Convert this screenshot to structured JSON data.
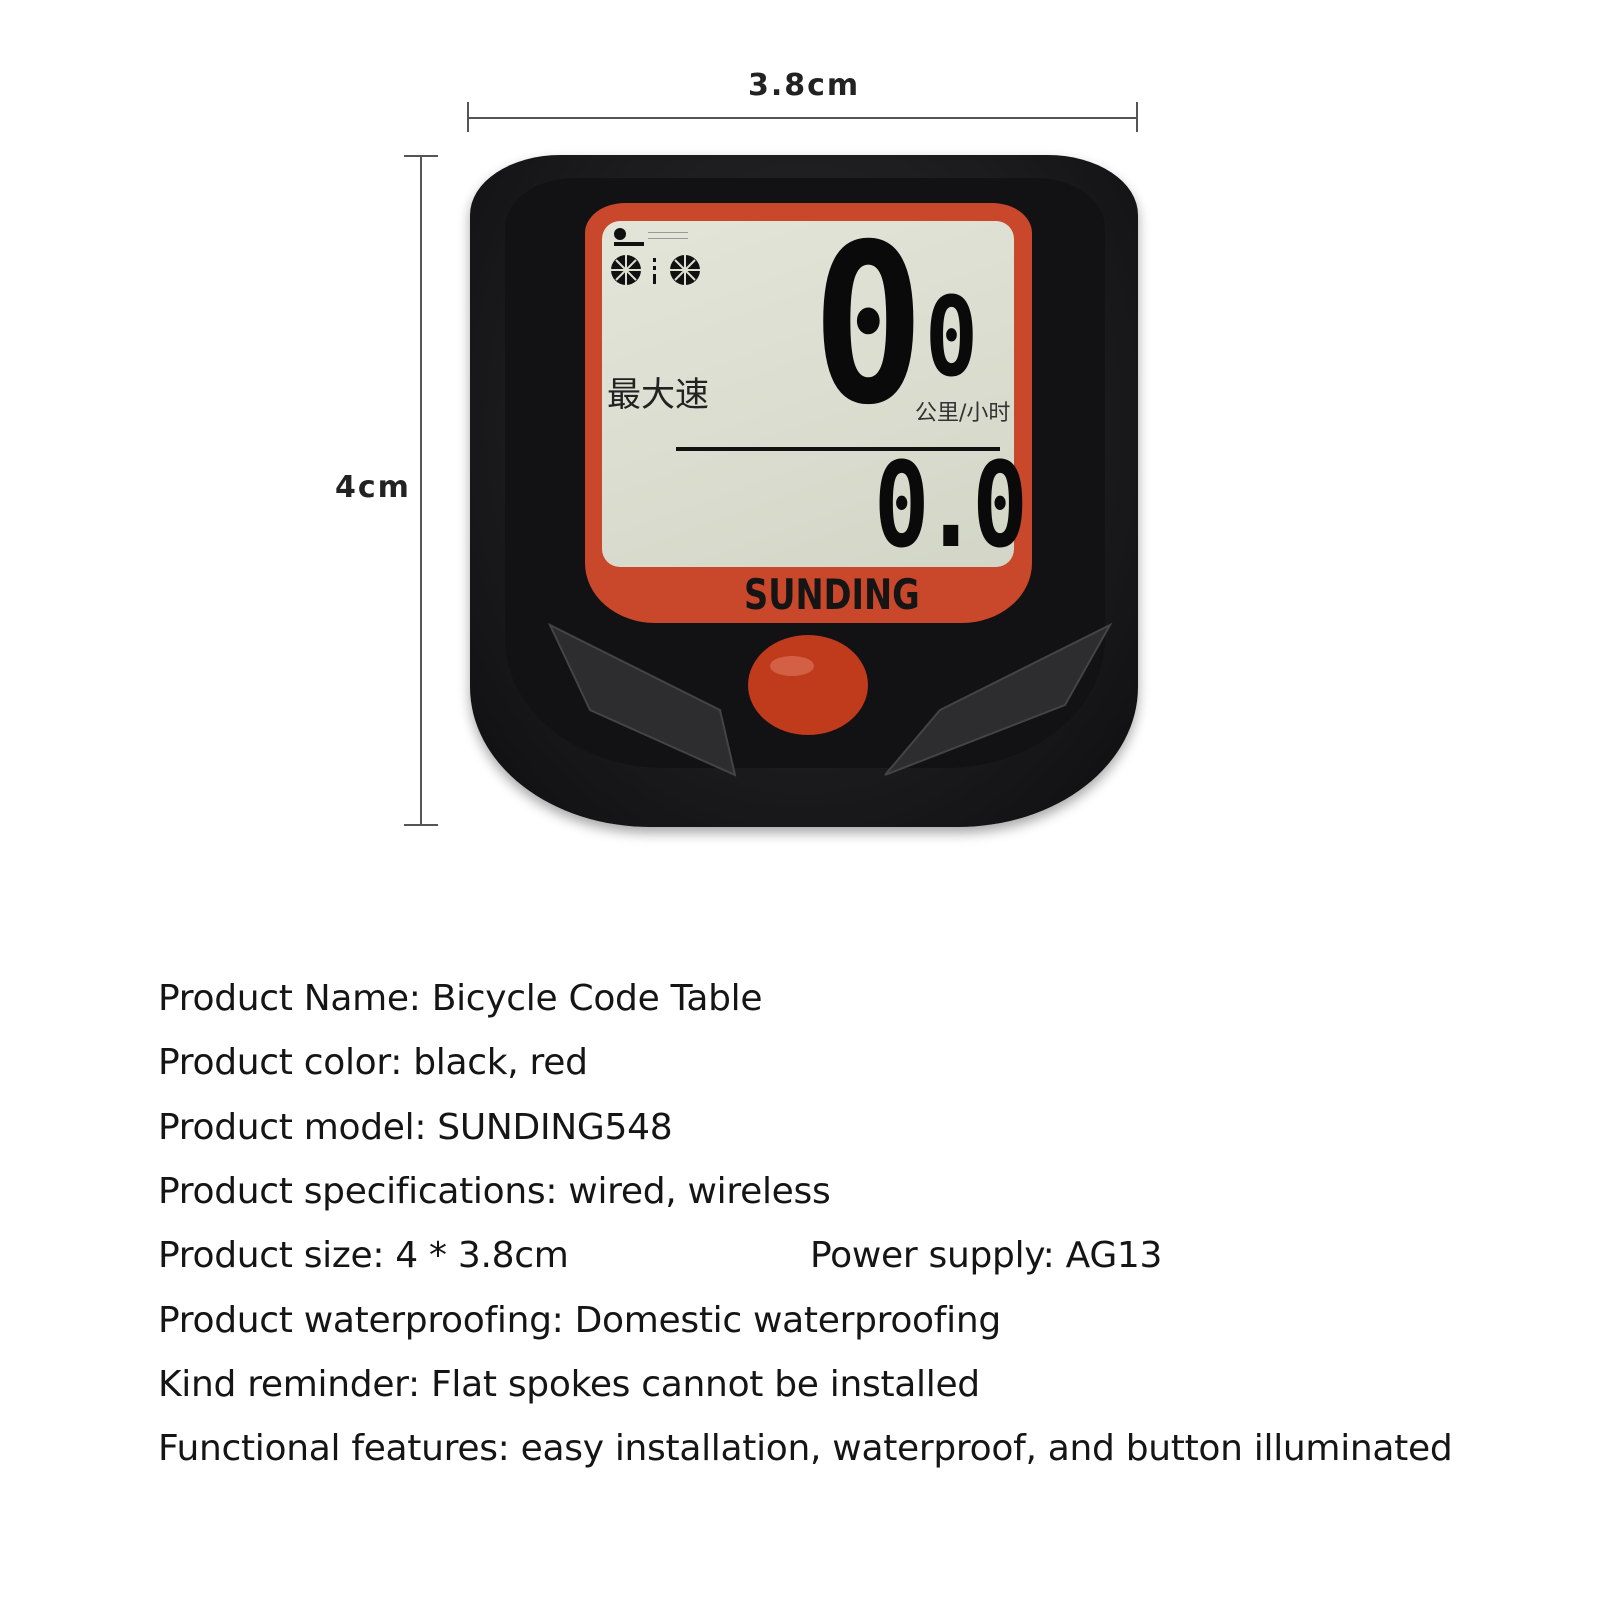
{
  "dimensions": {
    "width_label": "3.8cm",
    "height_label": "4cm"
  },
  "device": {
    "brand_logo": "SUNDING",
    "lcd": {
      "mode_label": "最大速",
      "main_digit": "0",
      "small_digit": "0",
      "unit": "公里/小时",
      "bottom_reading": "0.0"
    },
    "colors": {
      "body": "#1b1b1d",
      "frame": "#c9472a",
      "lcd": "#dcdfd2",
      "button": "#c03a1c"
    }
  },
  "specs": {
    "product_name": "Product Name: Bicycle Code Table",
    "product_color": "Product color: black, red",
    "product_model": "Product model: SUNDING548",
    "product_specifications": "Product specifications: wired, wireless",
    "product_size": "Product size: 4 * 3.8cm",
    "power_supply": "Power supply: AG13",
    "waterproofing": "Product waterproofing: Domestic waterproofing",
    "reminder": "Kind reminder: Flat spokes cannot be installed",
    "features": "Functional features: easy installation, waterproof, and button illuminated"
  }
}
